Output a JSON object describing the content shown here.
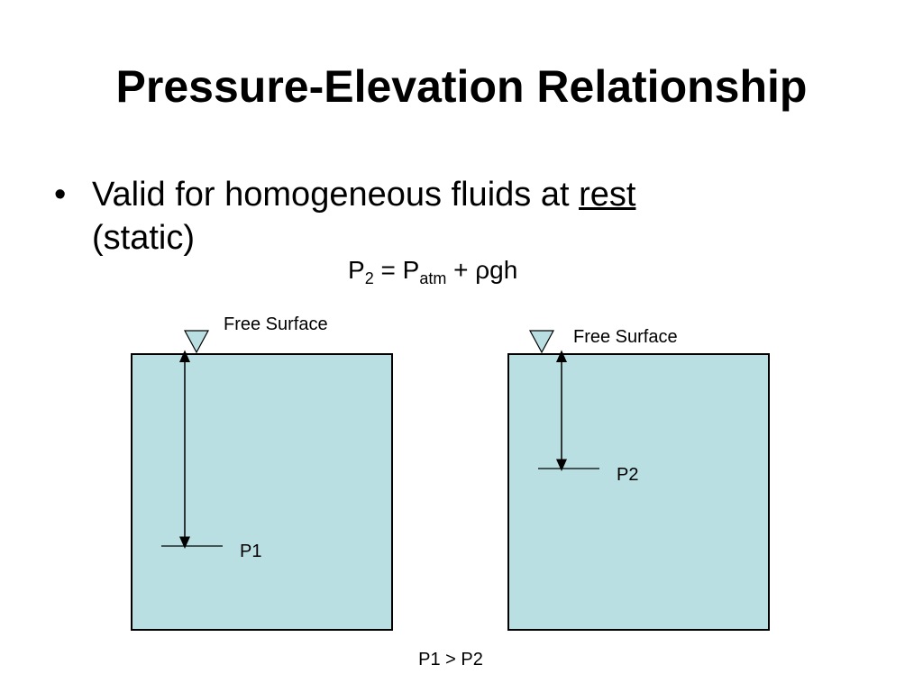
{
  "slide": {
    "title": "Pressure-Elevation Relationship",
    "bullet": {
      "marker": "•",
      "text_before": "Valid for homogeneous fluids at ",
      "emphasis": "rest",
      "text_after": "(static)"
    },
    "equation": {
      "lhs_symbol": "P",
      "lhs_sub": "2",
      "equals": " = ",
      "p_symbol": "P",
      "p_sub": "atm",
      "rest": " + ρgh"
    }
  },
  "diagram": {
    "colors": {
      "fluid": "#b9dfe2",
      "outline": "#000000"
    },
    "left_tank": {
      "surface_label": "Free Surface",
      "point_label": "P1"
    },
    "right_tank": {
      "surface_label": "Free Surface",
      "point_label": "P2"
    },
    "comparison": "P1 > P2"
  }
}
